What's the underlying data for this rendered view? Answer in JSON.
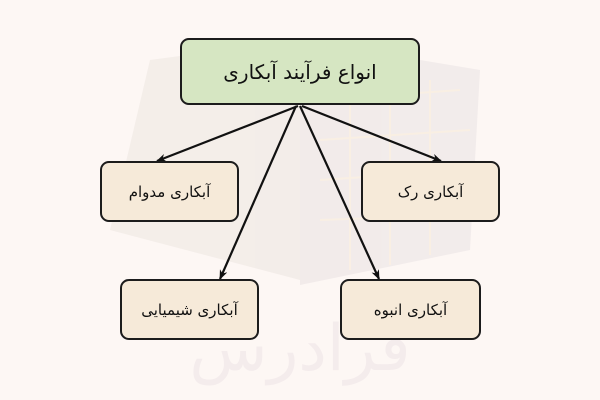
{
  "diagram": {
    "root": {
      "label": "انواع فرآیند آبکاری",
      "color": "#d6e6c2"
    },
    "children": [
      {
        "label": "آبکاری مدوام",
        "color": "#f6ead9"
      },
      {
        "label": "آبکاری رک",
        "color": "#f6ead9"
      },
      {
        "label": "آبکاری شیمیایی",
        "color": "#f6ead9"
      },
      {
        "label": "آبکاری انبوه",
        "color": "#f6ead9"
      }
    ],
    "edges": [
      {
        "from": "root",
        "to": "آبکاری مدوام"
      },
      {
        "from": "root",
        "to": "آبکاری رک"
      },
      {
        "from": "root",
        "to": "آبکاری شیمیایی"
      },
      {
        "from": "root",
        "to": "آبکاری انبوه"
      }
    ],
    "colors": {
      "background": "#fdf7f4",
      "border": "#1c1c1c",
      "arrow": "#111111"
    }
  }
}
